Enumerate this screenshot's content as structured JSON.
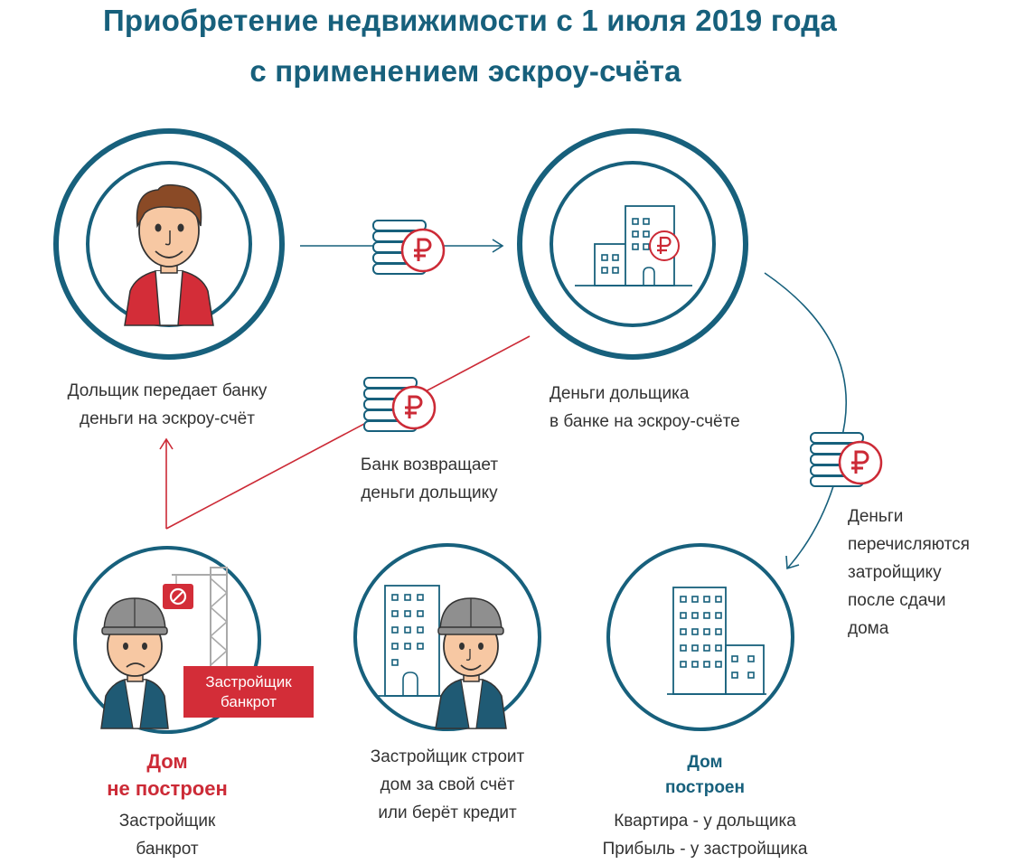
{
  "title": {
    "line1": "Приобретение недвижимости с 1 июля 2019 года",
    "line2": "с применением эскроу-счёта"
  },
  "steps": {
    "investor": {
      "line1": "Дольщик передает банку",
      "line2": "деньги на эскроу-счёт"
    },
    "bank": {
      "line1": "Деньги дольщика",
      "line2": "в банке на эскроу-счёте"
    },
    "refund": {
      "line1": "Банк возвращает",
      "line2": "деньги дольщику"
    },
    "transfer": {
      "line1": "Деньги",
      "line2": "перечисляются",
      "line3": "затройщику",
      "line4": "после сдачи",
      "line5": "дома"
    },
    "not_built": {
      "title1": "Дом",
      "title2": "не построен",
      "line1": "Застройщик",
      "line2": "банкрот",
      "badge1": "Застройщик",
      "badge2": "банкрот"
    },
    "builds": {
      "line1": "Застройщик строит",
      "line2": "дом за свой счёт",
      "line3": "или берёт кредит"
    },
    "built": {
      "title1": "Дом",
      "title2": "построен",
      "line1": "Квартира - у дольщика",
      "line2": "Прибыль - у застройщика"
    }
  },
  "icons": [
    "person-icon",
    "bank-building-icon",
    "coins-ruble-icon",
    "worker-icon",
    "crane-icon",
    "forbidden-icon",
    "apartment-building-icon"
  ],
  "colors": {
    "blue": "#17607c",
    "red": "#cc2a36",
    "text": "#333333"
  }
}
